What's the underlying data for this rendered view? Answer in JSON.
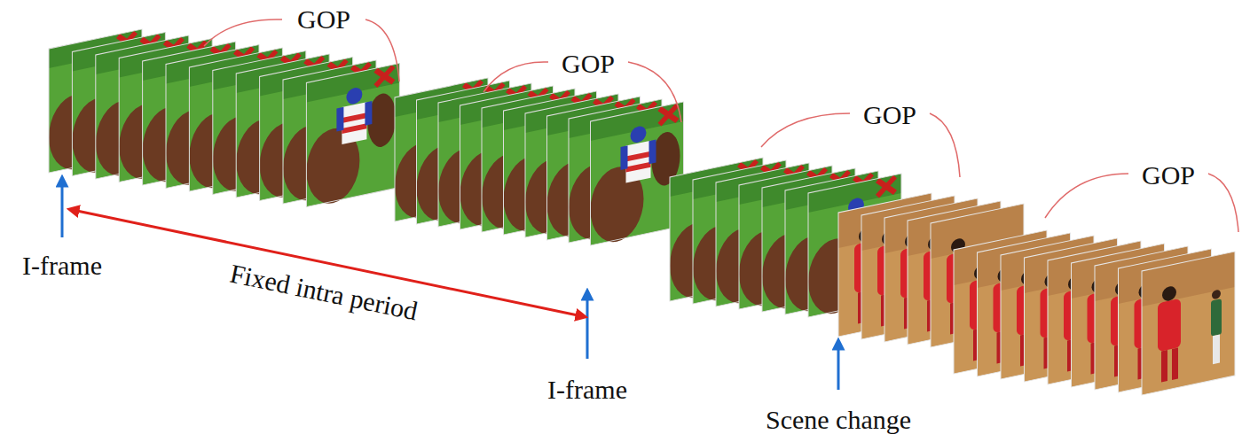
{
  "diagram": {
    "labels": [
      "GOP",
      "GOP",
      "GOP",
      "GOP",
      "I-frame",
      "Fixed intra period",
      "I-frame",
      "Scene change"
    ]
  }
}
